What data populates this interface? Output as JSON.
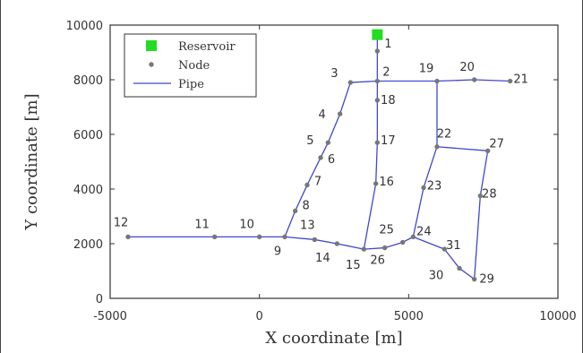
{
  "chart_data": {
    "type": "scatter",
    "title": "",
    "xlabel": "X coordinate [m]",
    "ylabel": "Y coordinate [m]",
    "xlim": [
      -5000,
      10000
    ],
    "ylim": [
      0,
      10000
    ],
    "xticks": [
      -5000,
      0,
      5000,
      10000
    ],
    "yticks": [
      0,
      2000,
      4000,
      6000,
      8000,
      10000
    ],
    "xtick_labels": [
      "-5000",
      "0",
      "5000",
      "10000"
    ],
    "ytick_labels": [
      "0",
      "2000",
      "4000",
      "6000",
      "8000",
      "10000"
    ],
    "grid": false,
    "legend": {
      "placement": "top-left",
      "entries": [
        {
          "name": "Reservoir",
          "marker": "square",
          "color": "#22dd22"
        },
        {
          "name": "Node",
          "marker": "dot",
          "color": "#777777"
        },
        {
          "name": "Pipe",
          "marker": "line",
          "color": "#3f48cc"
        }
      ]
    },
    "reservoir": {
      "x": 3950,
      "y": 9650
    },
    "nodes": [
      {
        "id": "1",
        "x": 3950,
        "y": 9050,
        "label_dx": 12,
        "label_dy": -4
      },
      {
        "id": "2",
        "x": 3950,
        "y": 7950,
        "label_dx": 10,
        "label_dy": -6
      },
      {
        "id": "3",
        "x": 3050,
        "y": 7900,
        "label_dx": -18,
        "label_dy": -6
      },
      {
        "id": "4",
        "x": 2700,
        "y": 6750,
        "label_dx": -20,
        "label_dy": 5
      },
      {
        "id": "5",
        "x": 2300,
        "y": 5700,
        "label_dx": -20,
        "label_dy": 2
      },
      {
        "id": "6",
        "x": 2050,
        "y": 5150,
        "label_dx": 12,
        "label_dy": 6
      },
      {
        "id": "7",
        "x": 1600,
        "y": 4150,
        "label_dx": 12,
        "label_dy": 0
      },
      {
        "id": "8",
        "x": 1200,
        "y": 3200,
        "label_dx": 12,
        "label_dy": -2
      },
      {
        "id": "9",
        "x": 850,
        "y": 2250,
        "label_dx": -8,
        "label_dy": 20
      },
      {
        "id": "10",
        "x": 0,
        "y": 2250,
        "label_dx": -14,
        "label_dy": -10
      },
      {
        "id": "11",
        "x": -1500,
        "y": 2250,
        "label_dx": -14,
        "label_dy": -10
      },
      {
        "id": "12",
        "x": -4400,
        "y": 2250,
        "label_dx": -8,
        "label_dy": -12
      },
      {
        "id": "13",
        "x": 1850,
        "y": 2150,
        "label_dx": -8,
        "label_dy": -12
      },
      {
        "id": "14",
        "x": 2600,
        "y": 2000,
        "label_dx": -16,
        "label_dy": 20
      },
      {
        "id": "15",
        "x": 3500,
        "y": 1800,
        "label_dx": -12,
        "label_dy": 22
      },
      {
        "id": "16",
        "x": 3900,
        "y": 4200,
        "label_dx": 12,
        "label_dy": 2
      },
      {
        "id": "17",
        "x": 3950,
        "y": 5700,
        "label_dx": 12,
        "label_dy": 2
      },
      {
        "id": "18",
        "x": 3950,
        "y": 7250,
        "label_dx": 12,
        "label_dy": 4
      },
      {
        "id": "19",
        "x": 5950,
        "y": 7950,
        "label_dx": -12,
        "label_dy": -10
      },
      {
        "id": "20",
        "x": 7200,
        "y": 8000,
        "label_dx": -8,
        "label_dy": -10
      },
      {
        "id": "21",
        "x": 8400,
        "y": 7950,
        "label_dx": 12,
        "label_dy": 2
      },
      {
        "id": "22",
        "x": 5950,
        "y": 5550,
        "label_dx": 8,
        "label_dy": -10
      },
      {
        "id": "23",
        "x": 5500,
        "y": 4050,
        "label_dx": 12,
        "label_dy": 2
      },
      {
        "id": "24",
        "x": 5150,
        "y": 2250,
        "label_dx": 12,
        "label_dy": -2
      },
      {
        "id": "25",
        "x": 4800,
        "y": 2050,
        "label_dx": -18,
        "label_dy": -10
      },
      {
        "id": "26",
        "x": 4200,
        "y": 1850,
        "label_dx": -8,
        "label_dy": 18
      },
      {
        "id": "27",
        "x": 7650,
        "y": 5400,
        "label_dx": 10,
        "label_dy": -4
      },
      {
        "id": "28",
        "x": 7400,
        "y": 3750,
        "label_dx": 10,
        "label_dy": 2
      },
      {
        "id": "29",
        "x": 7200,
        "y": 700,
        "label_dx": 14,
        "label_dy": 4
      },
      {
        "id": "30",
        "x": 6700,
        "y": 1100,
        "label_dx": -26,
        "label_dy": 12
      },
      {
        "id": "31",
        "x": 6200,
        "y": 1800,
        "label_dx": 10,
        "label_dy": 0
      }
    ],
    "pipes": [
      [
        "R",
        "1"
      ],
      [
        "1",
        "2"
      ],
      [
        "2",
        "3"
      ],
      [
        "3",
        "4"
      ],
      [
        "4",
        "5"
      ],
      [
        "5",
        "6"
      ],
      [
        "6",
        "7"
      ],
      [
        "7",
        "8"
      ],
      [
        "8",
        "9"
      ],
      [
        "9",
        "10"
      ],
      [
        "10",
        "11"
      ],
      [
        "11",
        "12"
      ],
      [
        "9",
        "13"
      ],
      [
        "13",
        "14"
      ],
      [
        "14",
        "15"
      ],
      [
        "15",
        "16"
      ],
      [
        "16",
        "17"
      ],
      [
        "17",
        "18"
      ],
      [
        "18",
        "2"
      ],
      [
        "2",
        "19"
      ],
      [
        "19",
        "20"
      ],
      [
        "20",
        "21"
      ],
      [
        "19",
        "22"
      ],
      [
        "22",
        "23"
      ],
      [
        "23",
        "24"
      ],
      [
        "24",
        "25"
      ],
      [
        "25",
        "26"
      ],
      [
        "26",
        "15"
      ],
      [
        "22",
        "27"
      ],
      [
        "27",
        "28"
      ],
      [
        "28",
        "29"
      ],
      [
        "29",
        "30"
      ],
      [
        "30",
        "31"
      ],
      [
        "31",
        "24"
      ]
    ]
  }
}
